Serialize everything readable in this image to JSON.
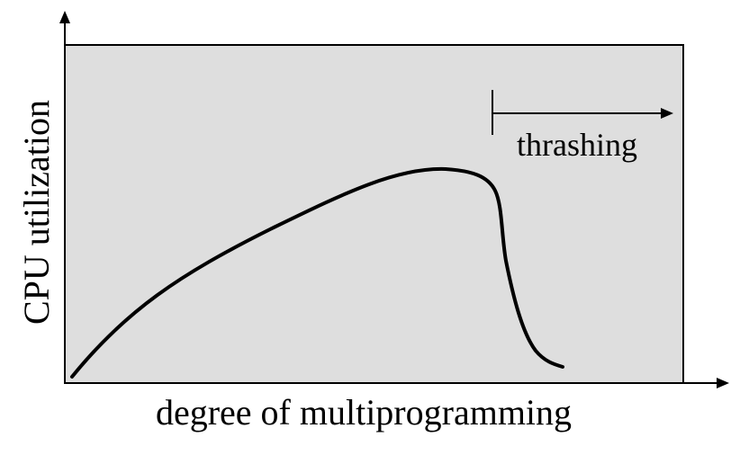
{
  "diagram": {
    "xlabel": "degree of multiprogramming",
    "ylabel": "CPU utilization",
    "annotation": "thrashing",
    "colors": {
      "plot_background": "#dedede",
      "stroke": "#000000",
      "page_background": "#ffffff"
    }
  }
}
